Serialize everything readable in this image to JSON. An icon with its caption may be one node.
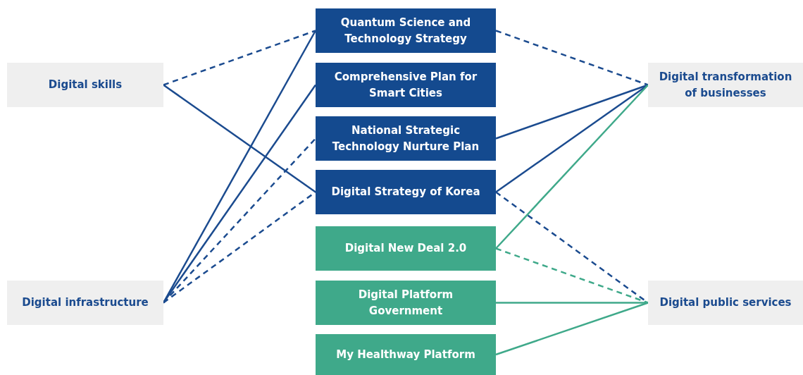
{
  "diagram": {
    "nodes": [
      {
        "text": [
          "Digital skills"
        ]
      },
      {
        "text": [
          "Digital infrastructure"
        ]
      },
      {
        "text": [
          "Quantum Science and Technology Strategy"
        ]
      },
      {
        "text": [
          "Comprehensive Plan for Smart Cities"
        ]
      },
      {
        "text": [
          "National Strategic Technology Nurture Plan"
        ]
      },
      {
        "text": [
          "Digital Strategy of Korea"
        ]
      },
      {
        "text": [
          "Digital New Deal 2.0"
        ]
      },
      {
        "text": [
          "Digital Platform Government"
        ]
      },
      {
        "text": [
          "My Healthway Platform"
        ]
      },
      {
        "text": [
          "Digital transformation of businesses"
        ]
      },
      {
        "text": [
          "Digital public services"
        ]
      }
    ],
    "edges": [
      {
        "from": 0,
        "to": 2,
        "arrow": "none",
        "style": "dashed"
      },
      {
        "from": 0,
        "to": 5,
        "arrow": "none"
      },
      {
        "from": 1,
        "to": 2,
        "arrow": "none"
      },
      {
        "from": 1,
        "to": 3,
        "arrow": "none"
      },
      {
        "from": 1,
        "to": 4,
        "arrow": "none",
        "style": "dashed"
      },
      {
        "from": 1,
        "to": 5,
        "arrow": "none",
        "style": "dashed"
      },
      {
        "from": 2,
        "to": 9,
        "arrow": "none",
        "style": "dashed"
      },
      {
        "from": 4,
        "to": 9,
        "arrow": "none"
      },
      {
        "from": 5,
        "to": 9,
        "arrow": "none"
      },
      {
        "from": 5,
        "to": 10,
        "arrow": "none",
        "style": "dashed"
      },
      {
        "from": 6,
        "to": 9,
        "arrow": "none",
        "color": "#3fa98a"
      },
      {
        "from": 6,
        "to": 10,
        "arrow": "none",
        "style": "dashed",
        "color": "#3fa98a"
      },
      {
        "from": 7,
        "to": 10,
        "arrow": "none",
        "color": "#3fa98a"
      },
      {
        "from": 8,
        "to": 10,
        "arrow": "none",
        "color": "#3fa98a"
      }
    ]
  }
}
